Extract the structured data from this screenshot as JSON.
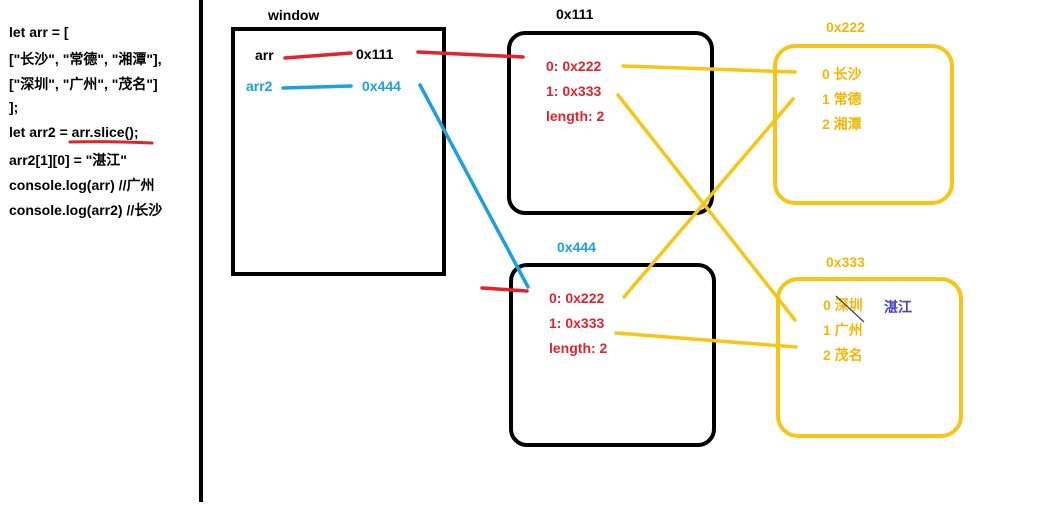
{
  "code": [
    "let arr = [",
    "  [\"长沙\", \"常德\", \"湘潭\"],",
    "  [\"深圳\", \"广州\", \"茂名\"]",
    "];",
    "let arr2 = arr.slice();",
    "arr2[1][0] = \"湛江\"",
    "console.log(arr) //广州",
    "console.log(arr2) //长沙"
  ],
  "window": {
    "title": "window",
    "arr_label": "arr",
    "arr_value": "0x111",
    "arr2_label": "arr2",
    "arr2_value": "0x444"
  },
  "heap": {
    "obj_111": {
      "address": "0x111",
      "items": [
        "0: 0x222",
        "1: 0x333",
        "length: 2"
      ]
    },
    "obj_444": {
      "address": "0x444",
      "items": [
        "0: 0x222",
        "1: 0x333",
        "length: 2"
      ]
    },
    "obj_222": {
      "address": "0x222",
      "items": [
        "0 长沙",
        "1 常德",
        "2 湘潭"
      ]
    },
    "obj_333": {
      "address": "0x333",
      "items": [
        "0 深圳",
        "1 广州",
        "2 茂名"
      ],
      "annotation": "湛江"
    }
  },
  "colors": {
    "red": "#e3222b",
    "blue": "#1ba0e2",
    "yellow": "#f7c614",
    "black": "#000000"
  }
}
